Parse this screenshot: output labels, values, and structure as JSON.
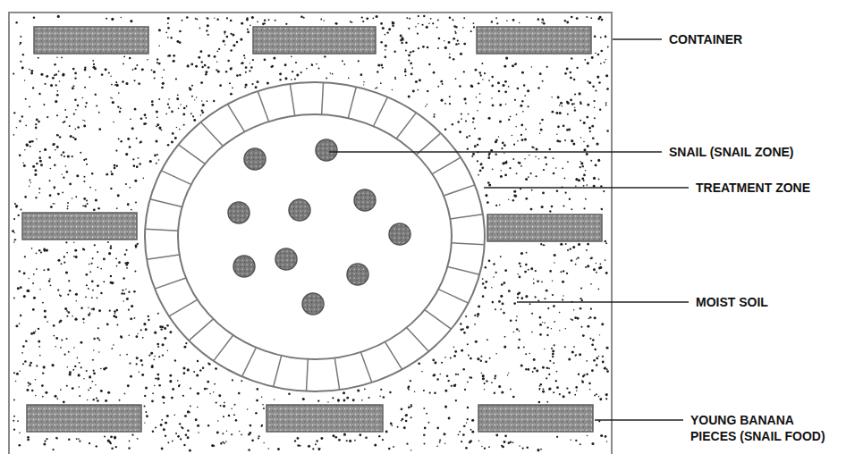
{
  "diagram": {
    "labels": [
      "CONTAINER",
      "SNAIL (SNAIL ZONE)",
      "TREATMENT ZONE",
      "MOIST SOIL",
      "YOUNG BANANA PIECES (SNAIL FOOD)"
    ]
  }
}
